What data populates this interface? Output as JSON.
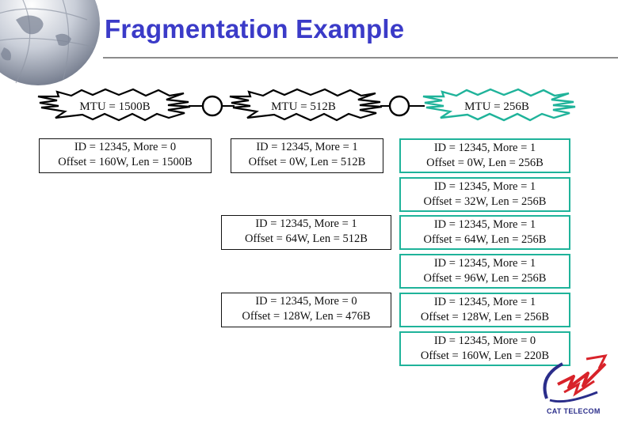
{
  "title": "Fragmentation Example",
  "colors": {
    "title": "#3b3bc8",
    "network1": "#000000",
    "network2": "#000000",
    "network3": "#1fb39a",
    "logo_red": "#d8232a",
    "logo_blue": "#2a2d8a"
  },
  "networks": [
    {
      "label": "MTU = 1500B"
    },
    {
      "label": "MTU = 512B"
    },
    {
      "label": "MTU = 256B"
    }
  ],
  "fragments": {
    "original": [
      {
        "line1": "ID = 12345, More = 0",
        "line2": "Offset = 160W, Len = 1500B"
      }
    ],
    "mtu512": [
      {
        "line1": "ID = 12345, More = 1",
        "line2": "Offset = 0W, Len = 512B"
      },
      {
        "line1": "ID = 12345, More = 1",
        "line2": "Offset = 64W, Len = 512B"
      },
      {
        "line1": "ID = 12345, More = 0",
        "line2": "Offset = 128W, Len = 476B"
      }
    ],
    "mtu256": [
      {
        "line1": "ID = 12345, More = 1",
        "line2": "Offset = 0W, Len = 256B"
      },
      {
        "line1": "ID = 12345, More = 1",
        "line2": "Offset = 32W, Len = 256B"
      },
      {
        "line1": "ID = 12345, More = 1",
        "line2": "Offset = 64W, Len = 256B"
      },
      {
        "line1": "ID = 12345, More = 1",
        "line2": "Offset = 96W, Len = 256B"
      },
      {
        "line1": "ID = 12345, More = 1",
        "line2": "Offset = 128W, Len = 256B"
      },
      {
        "line1": "ID = 12345, More = 0",
        "line2": "Offset = 160W, Len = 220B"
      }
    ]
  },
  "logo": {
    "text": "CAT TELECOM"
  }
}
